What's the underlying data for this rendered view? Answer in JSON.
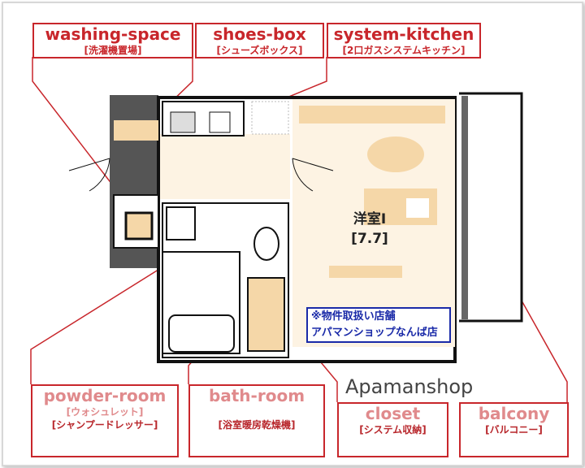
{
  "labels_top": [
    {
      "en": "washing-space",
      "jp": "[洗濯機置場]"
    },
    {
      "en": "shoes-box",
      "jp": "[シューズボックス]"
    },
    {
      "en": "system-kitchen",
      "jp": "[2口ガスシステムキッチン]"
    }
  ],
  "labels_bottom": [
    {
      "en": "powder-room",
      "jp": "[ウォシュレット]",
      "jp2": "[シャンプードレッサー]"
    },
    {
      "en": "bath-room",
      "jp2": "[浴室暖房乾燥機]"
    },
    {
      "en": "closet",
      "jp": "[システム収納]"
    },
    {
      "en": "balcony",
      "jp": "[バルコニー]"
    }
  ],
  "room": {
    "name": "洋室Ⅰ",
    "size": "[7.7]"
  },
  "shop_note": {
    "line1": "※物件取扱い店舗",
    "line2": "アパマンショップなんば店"
  },
  "watermark": "Apamanshop",
  "colors": {
    "label_red": "#c8262b",
    "floor": "#fdf3e3",
    "furniture": "#f5d7a8",
    "note_blue": "#1a2aa8"
  }
}
